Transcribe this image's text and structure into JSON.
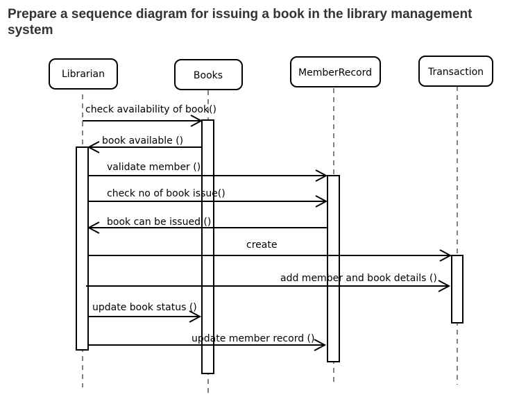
{
  "page": {
    "title": "Prepare a sequence diagram for issuing a book in the library management system"
  },
  "diagram": {
    "actors": [
      {
        "id": "librarian",
        "label": "Librarian"
      },
      {
        "id": "books",
        "label": "Books"
      },
      {
        "id": "memberrecord",
        "label": "MemberRecord"
      },
      {
        "id": "transaction",
        "label": "Transaction"
      }
    ],
    "messages": [
      {
        "id": "m1",
        "from": "librarian",
        "to": "books",
        "label": "check availability of book()"
      },
      {
        "id": "m2",
        "from": "books",
        "to": "librarian",
        "label": "book available ()"
      },
      {
        "id": "m3",
        "from": "librarian",
        "to": "memberrecord",
        "label": "validate member ()"
      },
      {
        "id": "m4",
        "from": "librarian",
        "to": "memberrecord",
        "label": "check no of book issue()"
      },
      {
        "id": "m5",
        "from": "memberrecord",
        "to": "librarian",
        "label": "book can be issued ()"
      },
      {
        "id": "m6",
        "from": "librarian",
        "to": "transaction",
        "label": "create"
      },
      {
        "id": "m7",
        "from": "librarian",
        "to": "transaction",
        "label": "add member and book details ()"
      },
      {
        "id": "m8",
        "from": "librarian",
        "to": "books",
        "label": "update book status ()"
      },
      {
        "id": "m9",
        "from": "librarian",
        "to": "memberrecord",
        "label": "update member record ()"
      }
    ]
  }
}
